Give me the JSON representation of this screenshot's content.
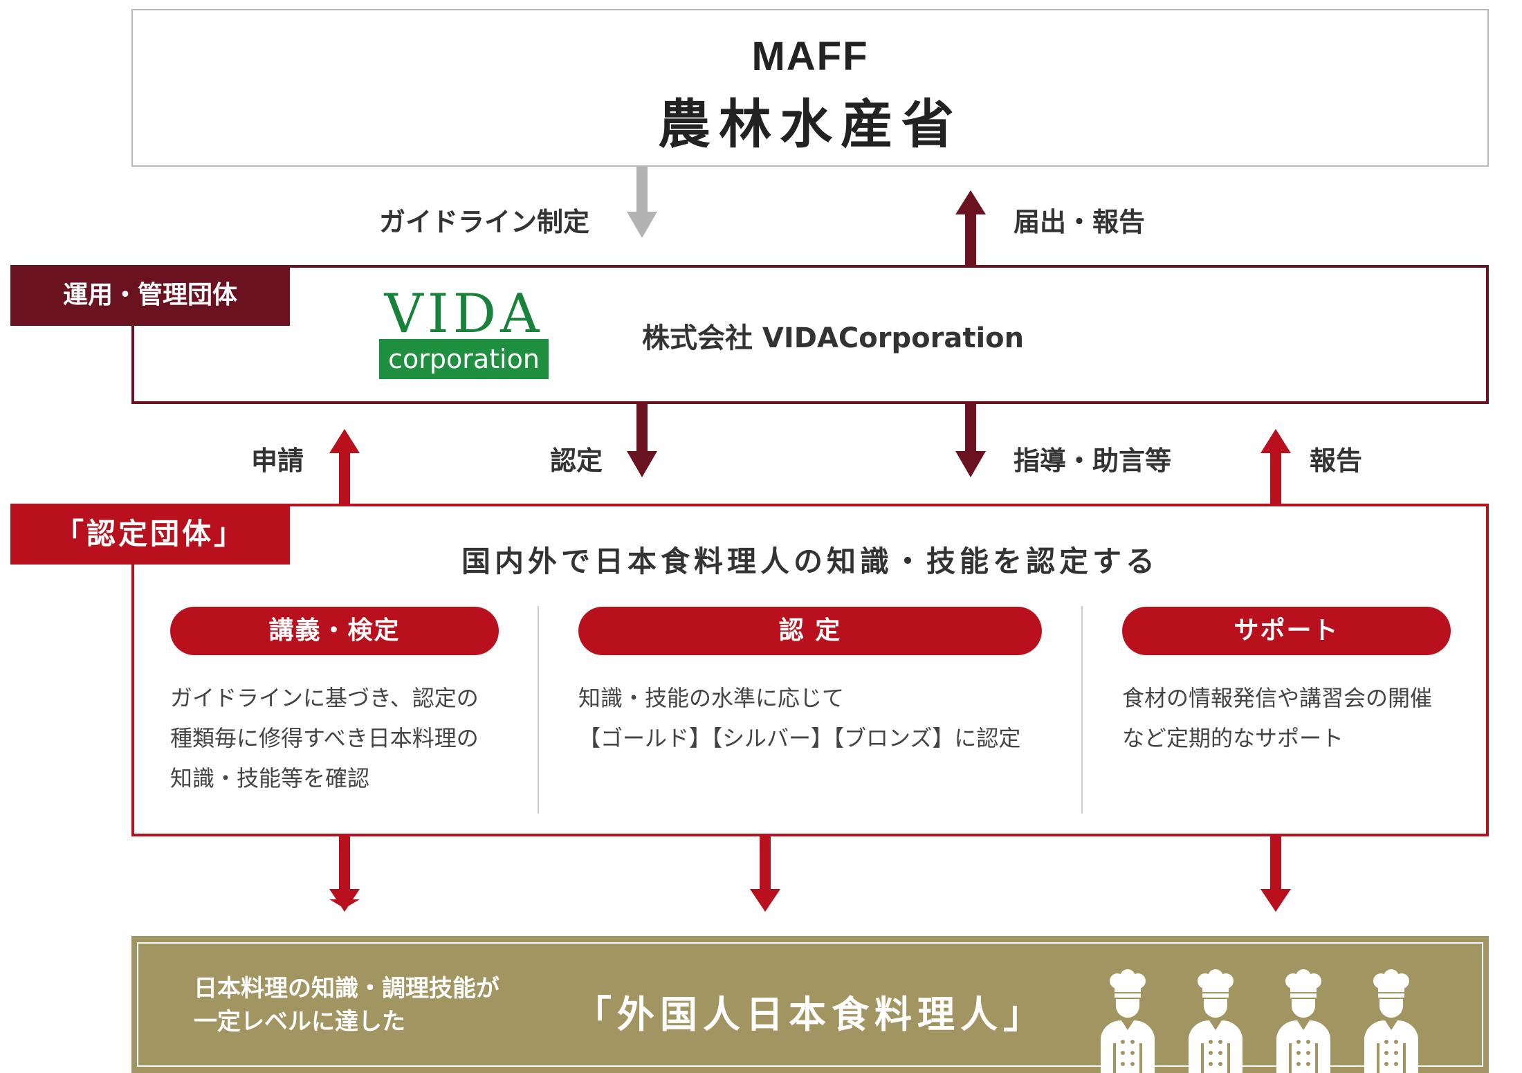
{
  "top": {
    "org_en": "MAFF",
    "org_jp": "農林水産省"
  },
  "flows_top": {
    "guideline": "ガイドライン制定",
    "report": "届出・報告"
  },
  "operator": {
    "tag": "運用・管理団体",
    "logo_top": "VIDA",
    "logo_bottom": "corporation",
    "company": "株式会社 VIDACorporation"
  },
  "flows_mid": {
    "apply": "申請",
    "certify": "認定",
    "guidance": "指導・助言等",
    "report": "報告"
  },
  "cert_body": {
    "tag": "「認定団体」",
    "title": "国内外で日本食料理人の知識・技能を認定する",
    "columns": [
      {
        "pill": "講義・検定",
        "lines": [
          "ガイドラインに基づき、認定の",
          "種類毎に修得すべき日本料理の",
          "知識・技能等を確認"
        ]
      },
      {
        "pill": "認 定",
        "lines": [
          "知識・技能の水準に応じて",
          "【ゴールド】【シルバー】【ブロンズ】に認定"
        ]
      },
      {
        "pill": "サポート",
        "lines": [
          "食材の情報発信や講習会の開催",
          "など定期的なサポート"
        ]
      }
    ]
  },
  "result": {
    "left_lines": [
      "日本料理の知識・調理技能が",
      "一定レベルに達した"
    ],
    "title": "「外国人日本食料理人」",
    "chef_icon_count": 4
  },
  "colors": {
    "dark_red": "#6b1220",
    "red": "#b8111d",
    "gray_arrow": "#b3b3b3",
    "olive": "#a19562",
    "logo_green": "#1e9040"
  }
}
